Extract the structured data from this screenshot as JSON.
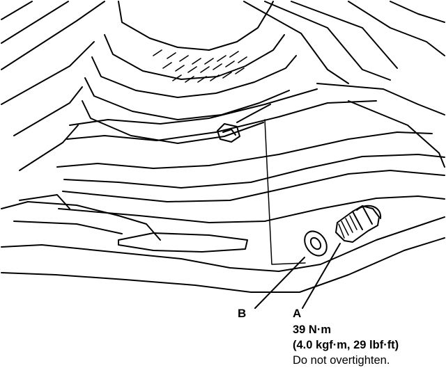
{
  "labels": {
    "b": "B",
    "a": "A"
  },
  "spec": {
    "torque_nm": "39 N·m",
    "torque_alt": "(4.0 kgf·m, 29 lbf·ft)",
    "note": "Do not overtighten."
  },
  "parts": {
    "a": "drain-plug-bolt",
    "b": "sealing-washer"
  },
  "colors": {
    "line": "#000000",
    "background": "#ffffff"
  }
}
